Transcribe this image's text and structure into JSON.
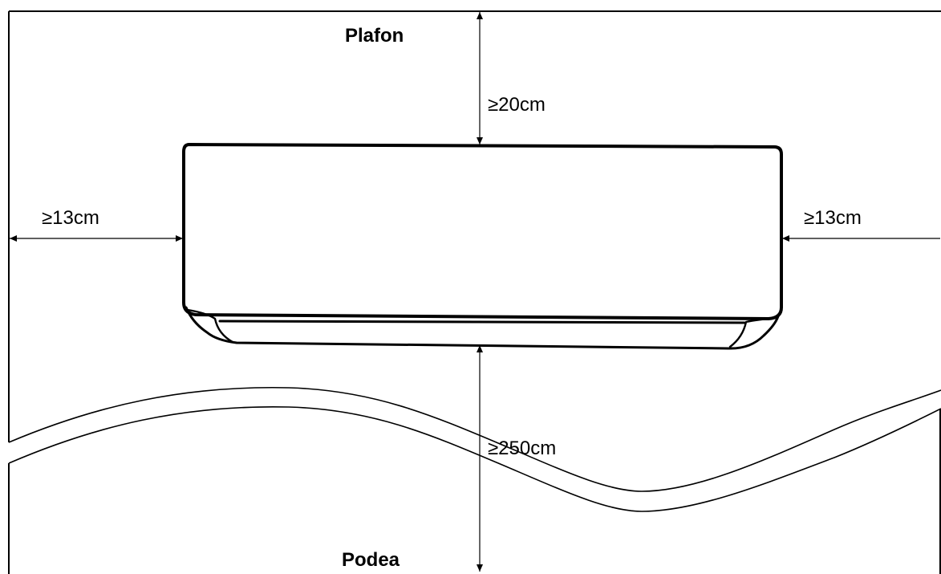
{
  "labels": {
    "ceiling": "Plafon",
    "floor": "Podea",
    "top_clearance": "≥20cm",
    "left_clearance": "≥13cm",
    "right_clearance": "≥13cm",
    "bottom_clearance": "≥250cm"
  },
  "colors": {
    "line": "#000000",
    "background": "#ffffff"
  }
}
